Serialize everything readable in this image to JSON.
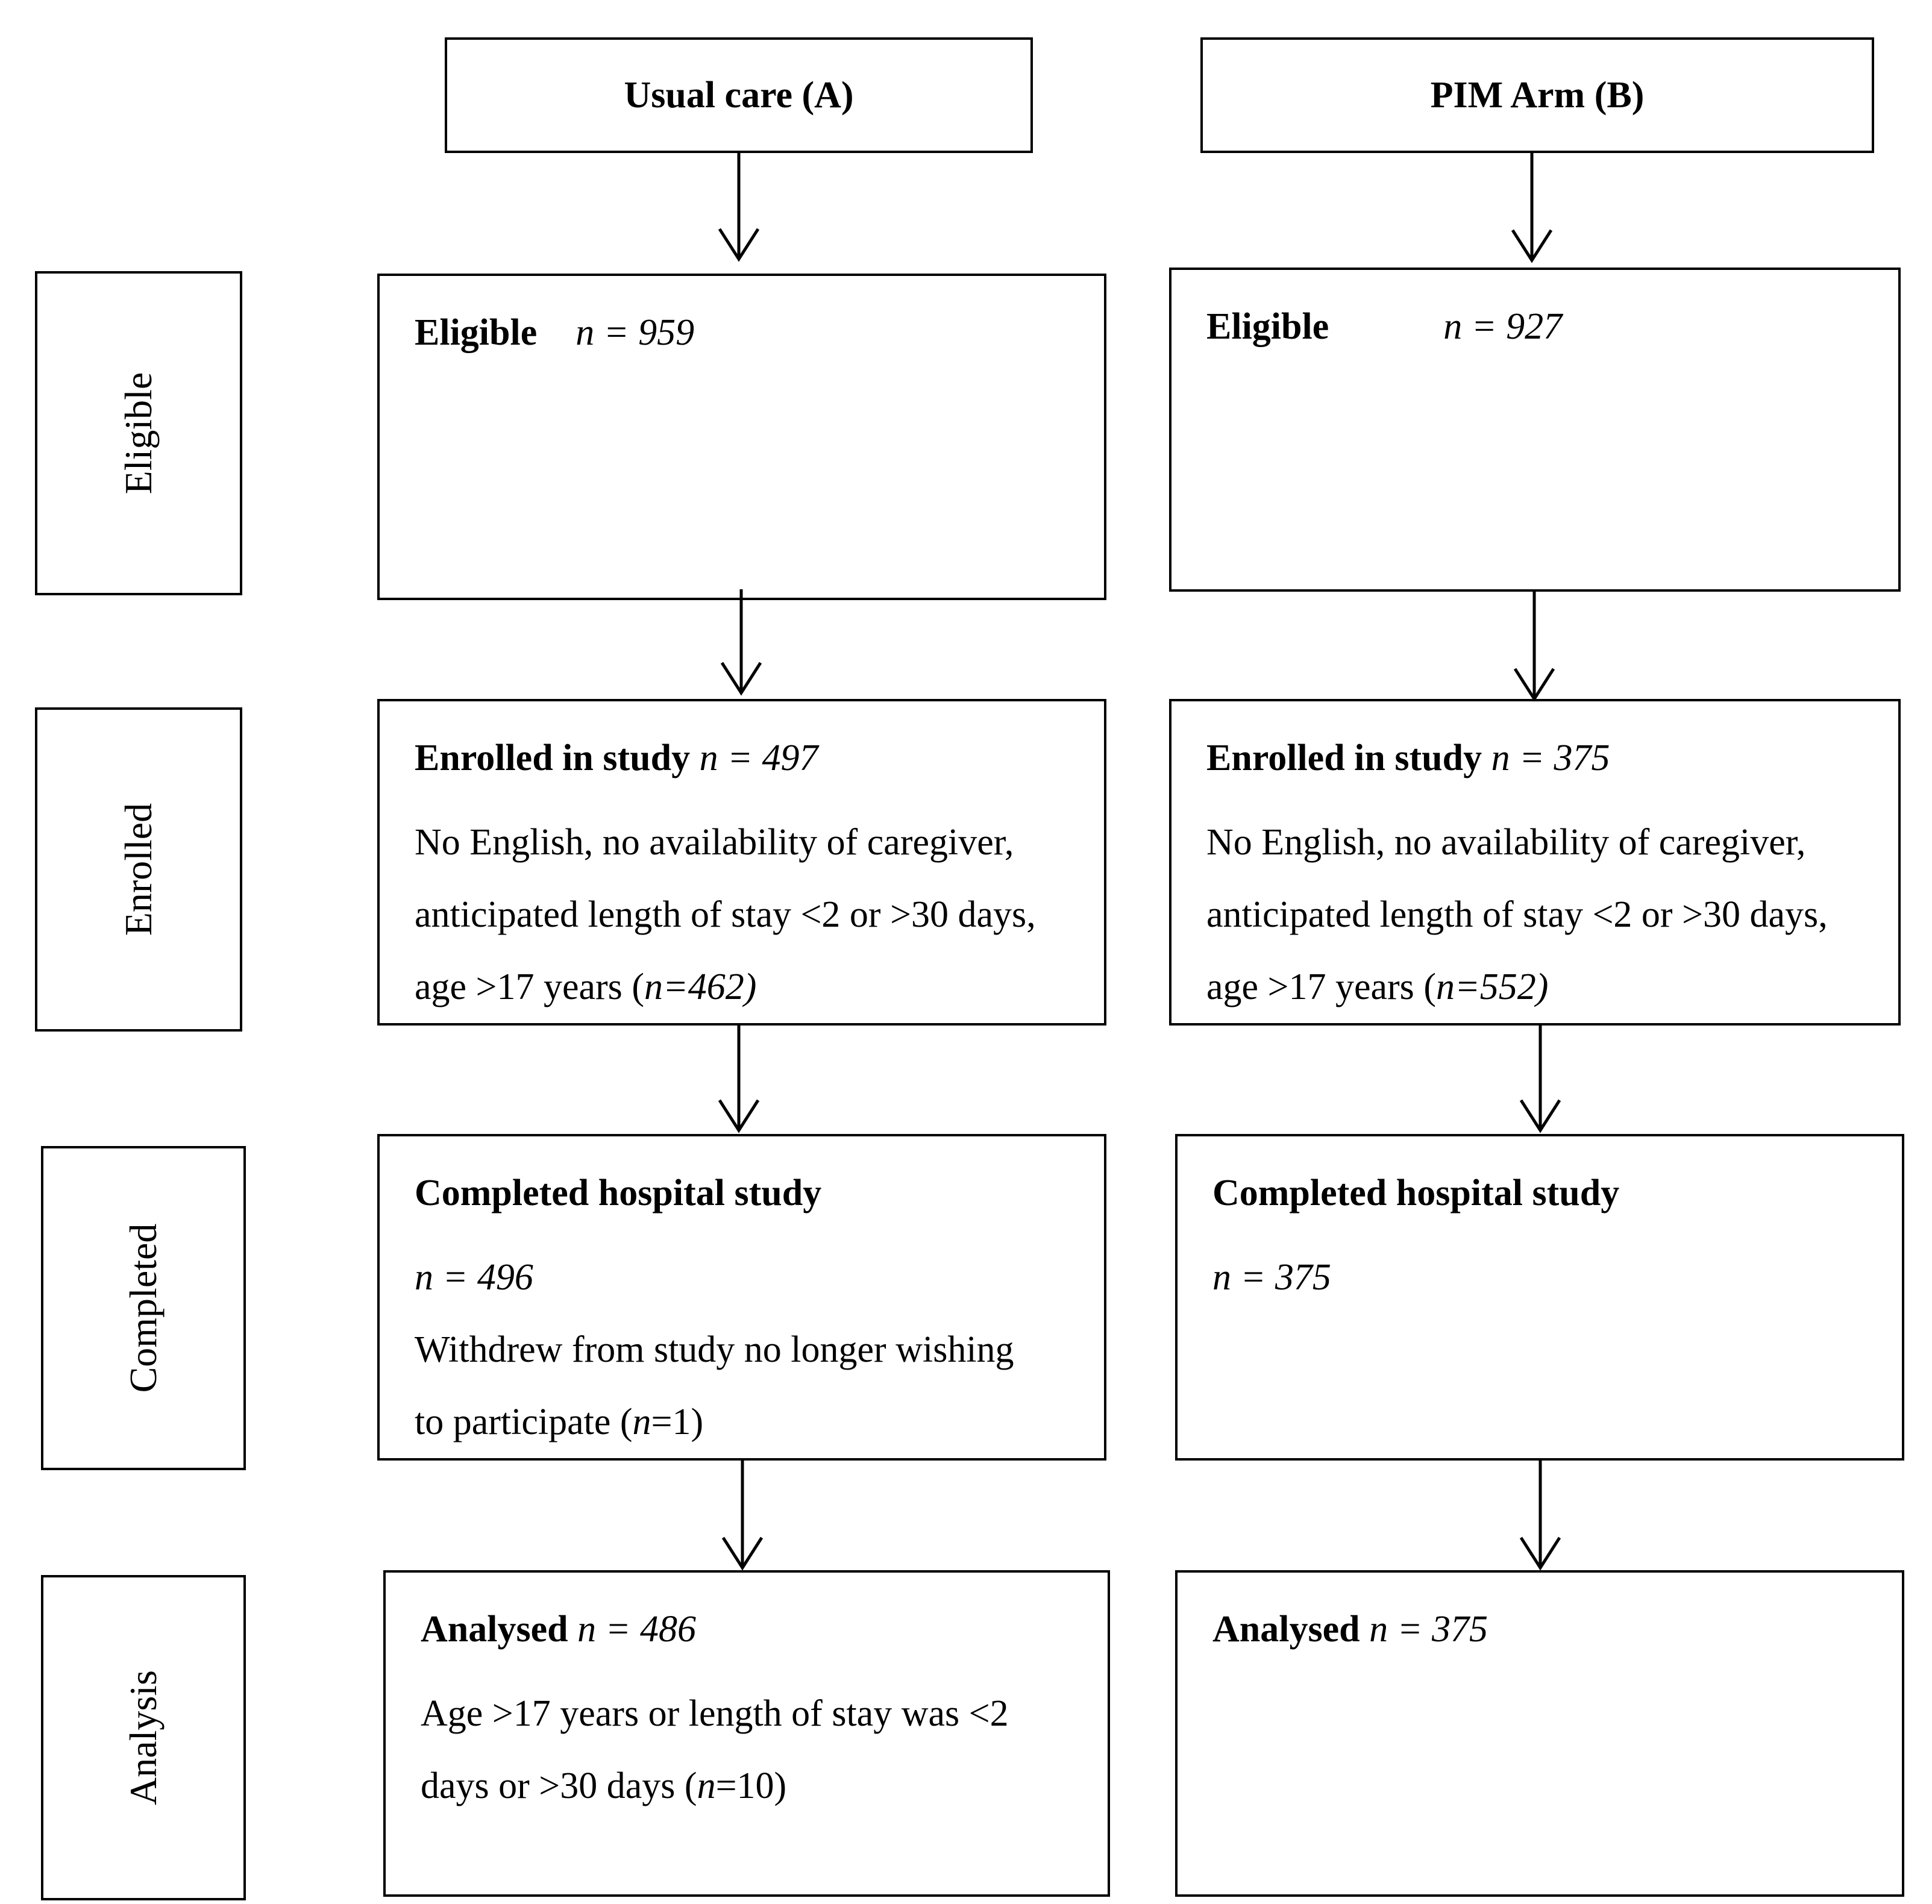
{
  "headers": {
    "a": "Usual care (A)",
    "b": "PIM Arm (B)"
  },
  "stages": {
    "eligible": "Eligible",
    "enrolled": "Enrolled",
    "completed": "Completed",
    "analysis": "Analysis"
  },
  "arm_a": {
    "eligible": {
      "label": "Eligible",
      "n_prefix": "n = ",
      "n": "959"
    },
    "enrolled": {
      "label": "Enrolled in study",
      "n_prefix": "n = ",
      "n": "497",
      "excl_line1": "No English, no availability of caregiver,",
      "excl_line2": "anticipated length of stay <2 or >30 days,",
      "excl_line3_pre": "age >17 years (",
      "excl_n_letter": "n",
      "excl_n_val": "=462)"
    },
    "completed": {
      "label": "Completed hospital study",
      "n_line": "n = 496",
      "note_line1": "Withdrew from study no longer wishing",
      "note_line2_pre": "to participate (",
      "note_n_letter": "n",
      "note_n_val": "=1)"
    },
    "analysed": {
      "label": "Analysed",
      "n_prefix": "n = ",
      "n": "486",
      "note_line1": "Age >17 years or length of stay was <2",
      "note_line2_pre": "days or >30 days (",
      "note_n_letter": "n",
      "note_n_val": "=10)"
    }
  },
  "arm_b": {
    "eligible": {
      "label": "Eligible",
      "n_prefix": "n = ",
      "n": "927"
    },
    "enrolled": {
      "label": "Enrolled in study",
      "n_prefix": "n = ",
      "n": "375",
      "excl_line1": "No English, no availability of caregiver,",
      "excl_line2": "anticipated length of stay <2 or >30 days,",
      "excl_line3_pre": "age >17 years (",
      "excl_n_letter": "n",
      "excl_n_val": "=552)"
    },
    "completed": {
      "label": "Completed hospital study",
      "n_line": "n = 375"
    },
    "analysed": {
      "label": "Analysed",
      "n_prefix": "n = ",
      "n": "375"
    }
  }
}
